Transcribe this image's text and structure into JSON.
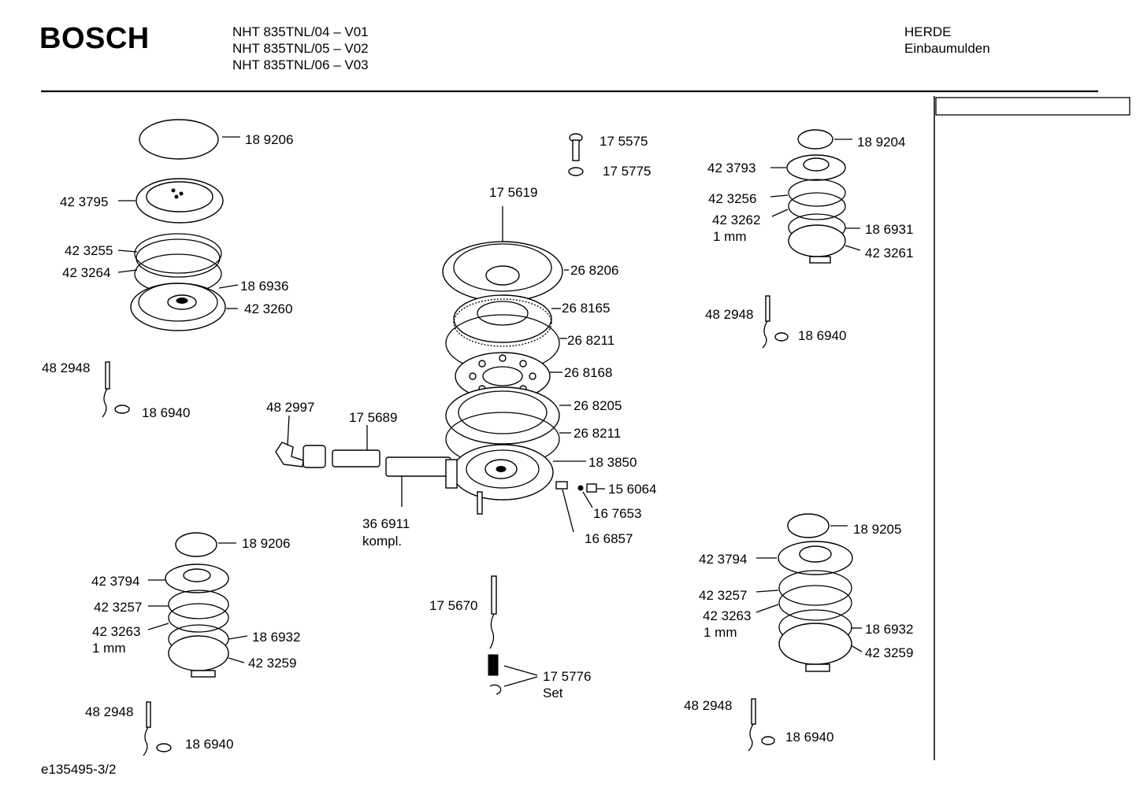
{
  "header": {
    "brand": "BOSCH",
    "models": [
      "NHT 835TNL/04 – V01",
      "NHT 835TNL/05 – V02",
      "NHT 835TNL/06 – V03"
    ],
    "category": [
      "HERDE",
      "Einbaumulden"
    ]
  },
  "footer": {
    "drawing_id": "e135495-3/2"
  },
  "parts": {
    "tl_cap": "18 9206",
    "tl_spreader": "42 3795",
    "tl_ring1": "42 3255",
    "tl_ring2": "42 3264",
    "tl_base": "18 6936",
    "tl_base2": "42 3260",
    "tl_electrode": "48 2948",
    "tl_washer": "18 6940",
    "screw": "17 5575",
    "screw_washer": "17 5775",
    "center_top": "17 5619",
    "c1": "26 8206",
    "c2": "26 8165",
    "c3": "26 8211",
    "c4": "26 8168",
    "c5": "26 8205",
    "c6": "26 8211",
    "c7": "18 3850",
    "c8": "15 6064",
    "c9": "16 7653",
    "c10": "16 6857",
    "pipe_nozzle": "48 2997",
    "pipe_tube": "17 5689",
    "pipe_main": "36 6911",
    "pipe_main_sub": "kompl.",
    "bl_cap": "18 9206",
    "bl_spreader": "42 3794",
    "bl_ring1": "42 3257",
    "bl_ring2": "42 3263",
    "bl_ring2_sub": "1 mm",
    "bl_base": "18 6932",
    "bl_base2": "42 3259",
    "bl_electrode": "48 2948",
    "bl_washer": "18 6940",
    "thermo": "17 5670",
    "spring": "17 5776",
    "spring_sub": "Set",
    "tr_cap": "18 9204",
    "tr_spreader": "42 3793",
    "tr_ring1": "42 3256",
    "tr_ring2": "42 3262",
    "tr_ring2_sub": "1 mm",
    "tr_base": "18 6931",
    "tr_base2": "42 3261",
    "tr_electrode": "48 2948",
    "tr_washer": "18 6940",
    "br_cap": "18 9205",
    "br_spreader": "42 3794",
    "br_ring1": "42 3257",
    "br_ring2": "42 3263",
    "br_ring2_sub": "1 mm",
    "br_base": "18 6932",
    "br_base2": "42 3259",
    "br_electrode": "48 2948",
    "br_washer": "18 6940"
  }
}
